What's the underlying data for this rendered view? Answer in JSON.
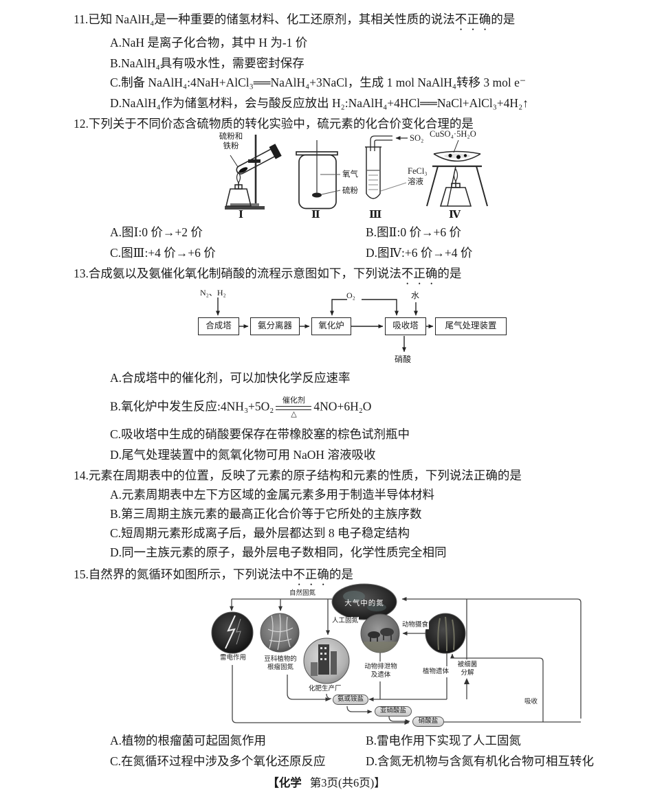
{
  "q11": {
    "num": "11.",
    "stem_pre": "已知 NaAlH₄是一种重要的储氢材料、化工还原剂，其相关性质的说法",
    "stem_emph": "不正确",
    "stem_post": "的是",
    "options": [
      {
        "label": "A.",
        "text": "NaH 是离子化合物，其中 H 为-1 价"
      },
      {
        "label": "B.",
        "text": "NaAlH₄具有吸水性，需要密封保存"
      },
      {
        "label": "C.",
        "text": "制备 NaAlH₄:4NaH+AlCl₃══NaAlH₄+3NaCl，生成 1 mol NaAlH₄转移 3 mol e⁻"
      },
      {
        "label": "D.",
        "text": "NaAlH₄作为储氢材料，会与酸反应放出 H₂:NaAlH₄+4HCl══NaCl+AlCl₃+4H₂↑"
      }
    ]
  },
  "q12": {
    "num": "12.",
    "stem": "下列关于不同价态含硫物质的转化实验中，硫元素的化合价变化合理的是",
    "options": [
      {
        "label": "A.",
        "text": "图Ⅰ:0 价→+2 价"
      },
      {
        "label": "B.",
        "text": "图Ⅱ:0 价→+6 价"
      },
      {
        "label": "C.",
        "text": "图Ⅲ:+4 价→+6 价"
      },
      {
        "label": "D.",
        "text": "图Ⅳ:+6 价→+4 价"
      }
    ],
    "labels": {
      "mix1": "硫粉和",
      "mix2": "铁粉",
      "o2": "氧气",
      "s": "硫粉",
      "so2": "SO₂",
      "fecl3": "FeCl₃",
      "rongye": "溶液",
      "cuso4": "CuSO₄·5H₂O",
      "r1": "Ⅰ",
      "r2": "Ⅱ",
      "r3": "Ⅲ",
      "r4": "Ⅳ"
    }
  },
  "q13": {
    "num": "13.",
    "stem_pre": "合成氨以及氨催化氧化制硝酸的流程示意图如下，下列说法",
    "stem_emph": "不正确",
    "stem_post": "的是",
    "flow": {
      "b1": "合成塔",
      "b2": "氨分离器",
      "b3": "氧化炉",
      "b4": "吸收塔",
      "b5": "尾气处理装置",
      "in1": "N₂、H₂",
      "o2": "O₂",
      "water": "水",
      "out": "硝酸"
    },
    "optionA": {
      "label": "A.",
      "text": "合成塔中的催化剂，可以加快化学反应速率"
    },
    "optionB": {
      "label": "B.",
      "pre": "氧化炉中发生反应:4NH₃+5O₂",
      "cat": "催化剂",
      "delta": "△",
      "post": "4NO+6H₂O"
    },
    "optionC": {
      "label": "C.",
      "text": "吸收塔中生成的硝酸要保存在带橡胶塞的棕色试剂瓶中"
    },
    "optionD": {
      "label": "D.",
      "text": "尾气处理装置中的氮氧化物可用 NaOH 溶液吸收"
    }
  },
  "q14": {
    "num": "14.",
    "stem": "元素在周期表中的位置，反映了元素的原子结构和元素的性质，下列说法正确的是",
    "options": [
      {
        "label": "A.",
        "text": "元素周期表中左下方区域的金属元素多用于制造半导体材料"
      },
      {
        "label": "B.",
        "text": "第三周期主族元素的最高正化合价等于它所处的主族序数"
      },
      {
        "label": "C.",
        "text": "短周期元素形成离子后，最外层都达到 8 电子稳定结构"
      },
      {
        "label": "D.",
        "text": "同一主族元素的原子，最外层电子数相同，化学性质完全相同"
      }
    ]
  },
  "q15": {
    "num": "15.",
    "stem_pre": "自然界的氮循环如图所示，下列说法中",
    "stem_emph": "不正确",
    "stem_post": "的是",
    "cycle": {
      "atm": "大气中的氮",
      "natural": "自然固氮",
      "artificial": "人工固氮",
      "lightning": "雷电作用",
      "legume1": "豆科植物的",
      "legume2": "根瘤固氮",
      "factory": "化肥生产厂",
      "feed": "动物摄食",
      "excreta1": "动物排泄物",
      "excreta2": "及遗体",
      "plant_remains": "植物遗体",
      "bacteria1": "被细菌",
      "bacteria2": "分解",
      "absorb": "吸收",
      "pill1": "氨或铵盐",
      "pill2": "亚硝酸盐",
      "pill3": "硝酸盐"
    },
    "options": [
      {
        "label": "A.",
        "text": "植物的根瘤菌可起固氮作用"
      },
      {
        "label": "B.",
        "text": "雷电作用下实现了人工固氮"
      },
      {
        "label": "C.",
        "text": "在氮循环过程中涉及多个氧化还原反应"
      },
      {
        "label": "D.",
        "text": "含氮无机物与含氮有机化合物可相互转化"
      }
    ]
  },
  "footer": {
    "subject": "【化学",
    "pages": "第3页(共6页)】"
  }
}
